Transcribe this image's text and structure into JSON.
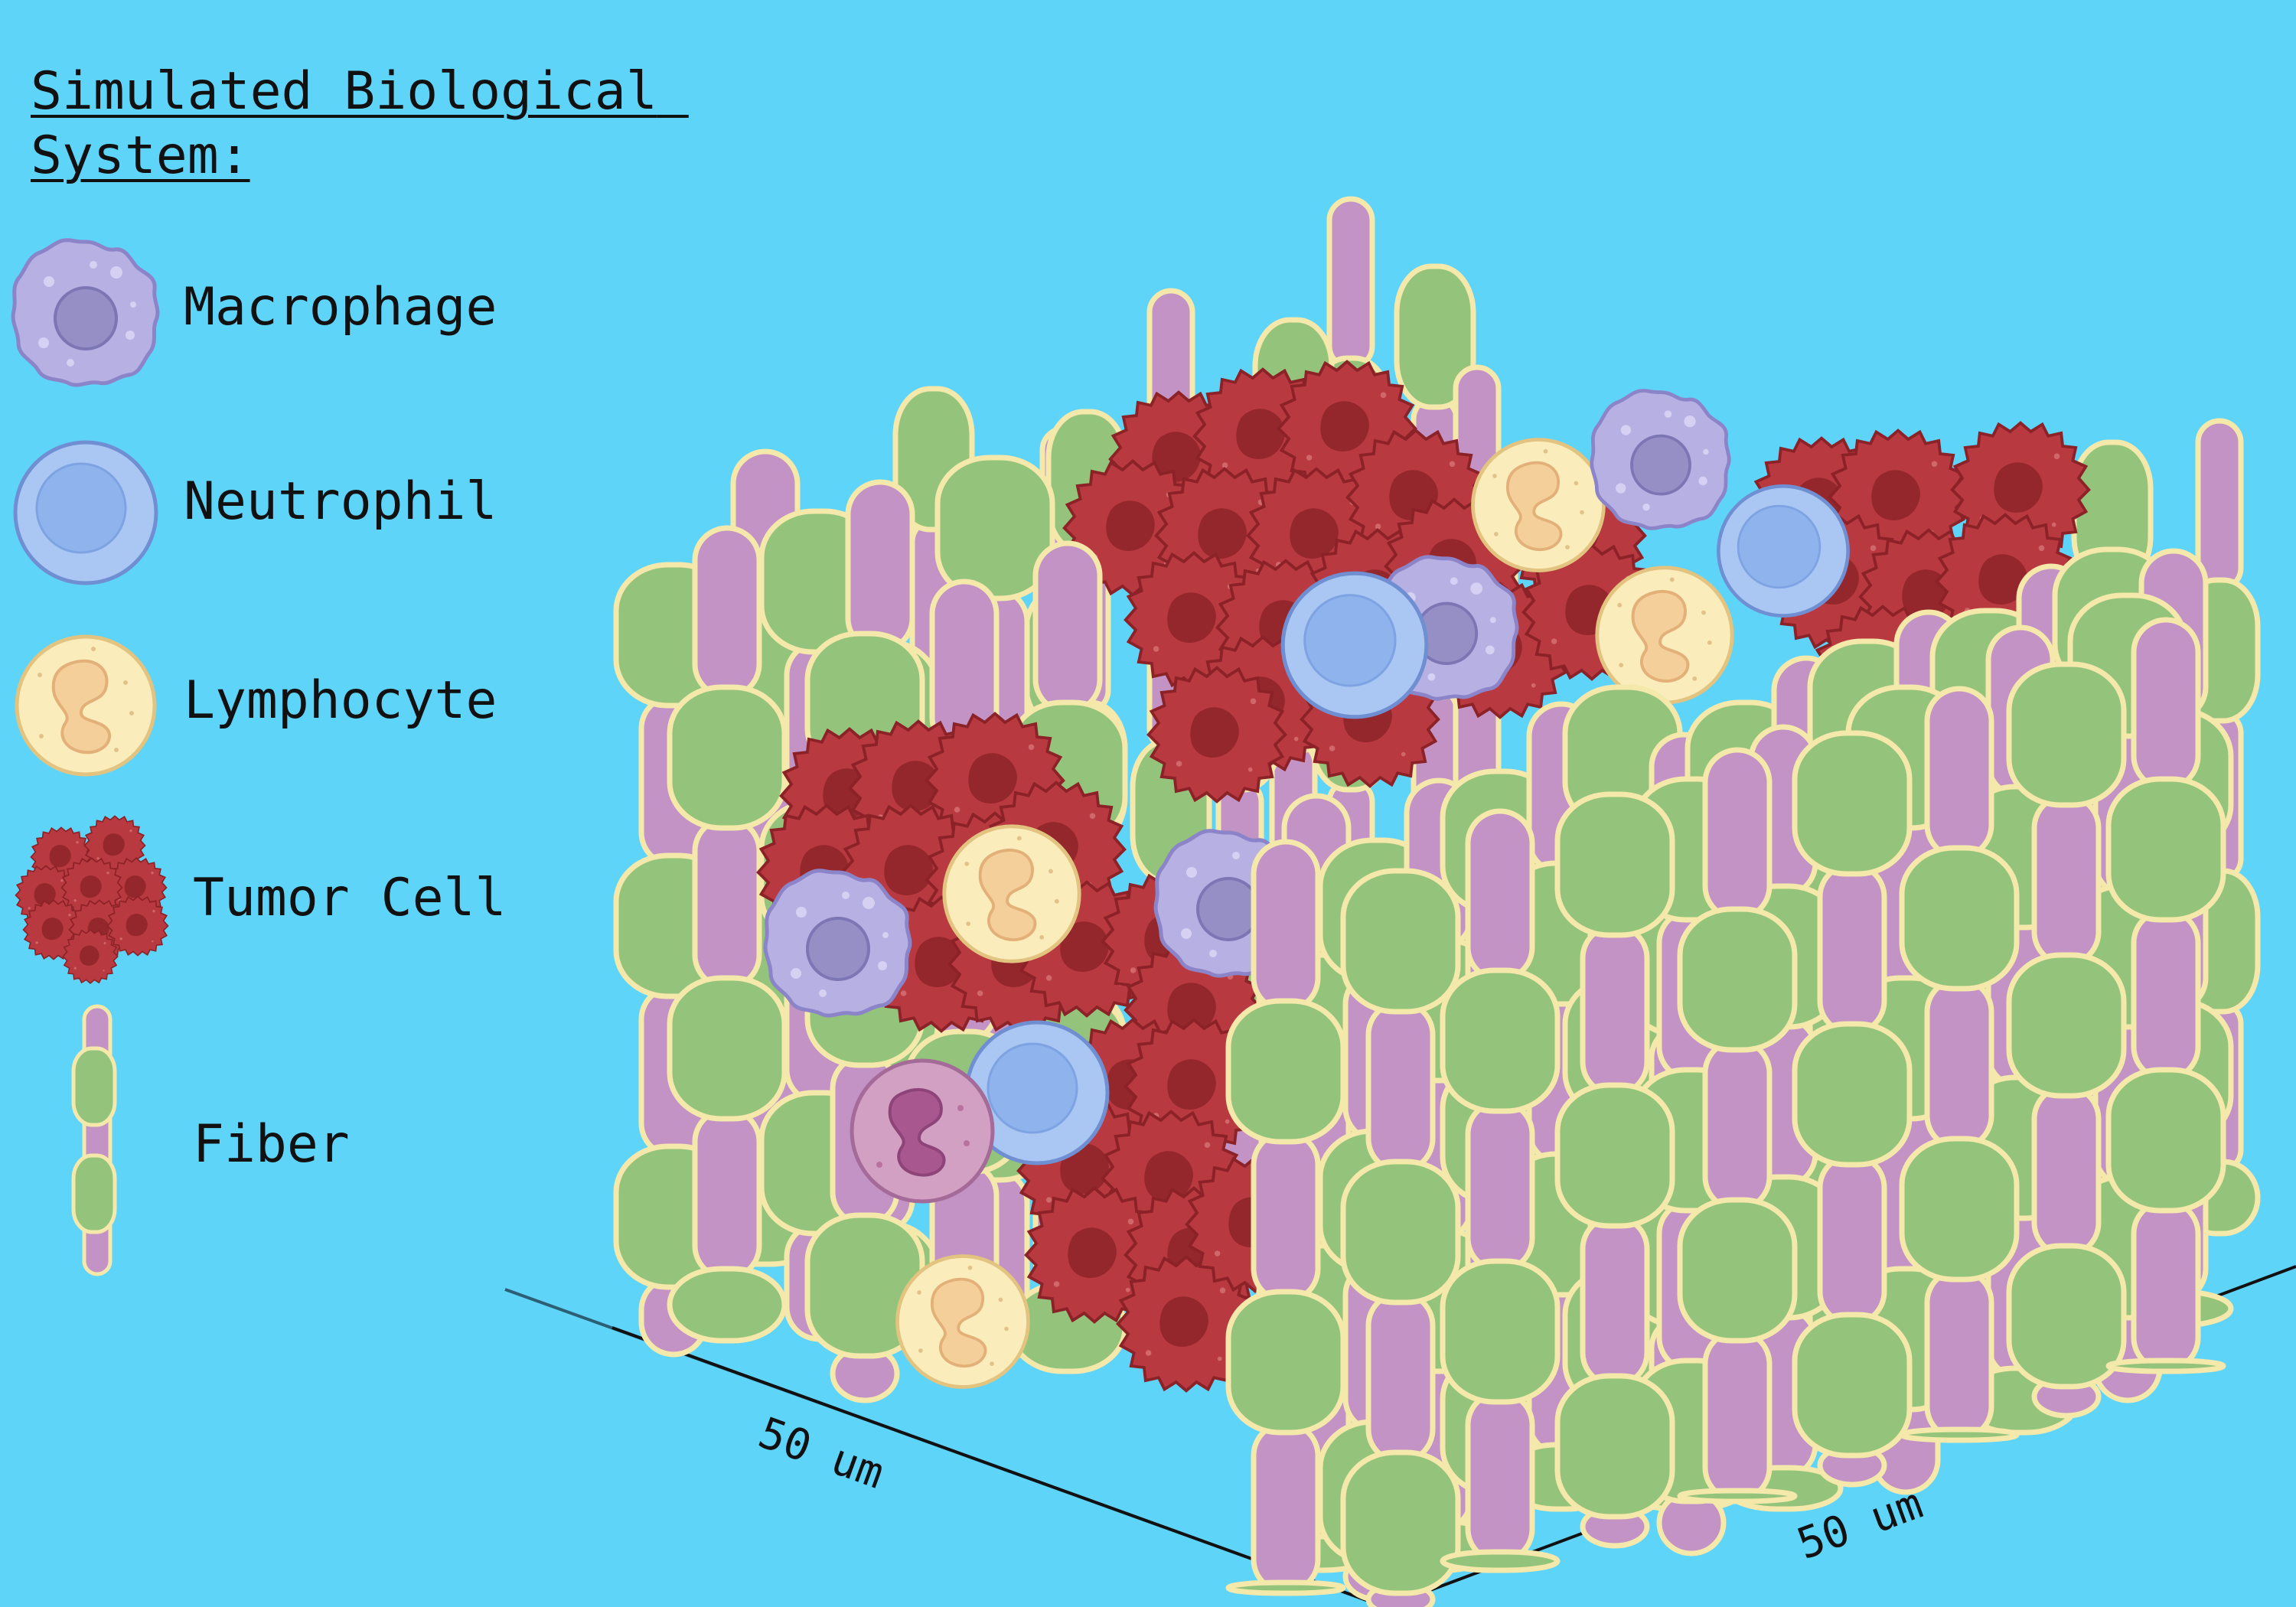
{
  "title": "Simulated Biological System:",
  "legend": {
    "macrophage": "Macrophage",
    "neutrophil": "Neutrophil",
    "lymphocyte": "Lymphocyte",
    "tumor": "Tumor Cell",
    "fiber": "Fiber"
  },
  "axes": {
    "left": "50 um",
    "right": "50 um"
  },
  "colors": {
    "background": "#5fd4f9",
    "fiber_pink": "#c293c4",
    "fiber_green": "#94c47b",
    "fiber_outline": "#f5e8ab",
    "macrophage": "#b7b0e3",
    "neutrophil": "#a9c7f2",
    "lymphocyte": "#fbedbb",
    "tumor": "#b8393f"
  }
}
